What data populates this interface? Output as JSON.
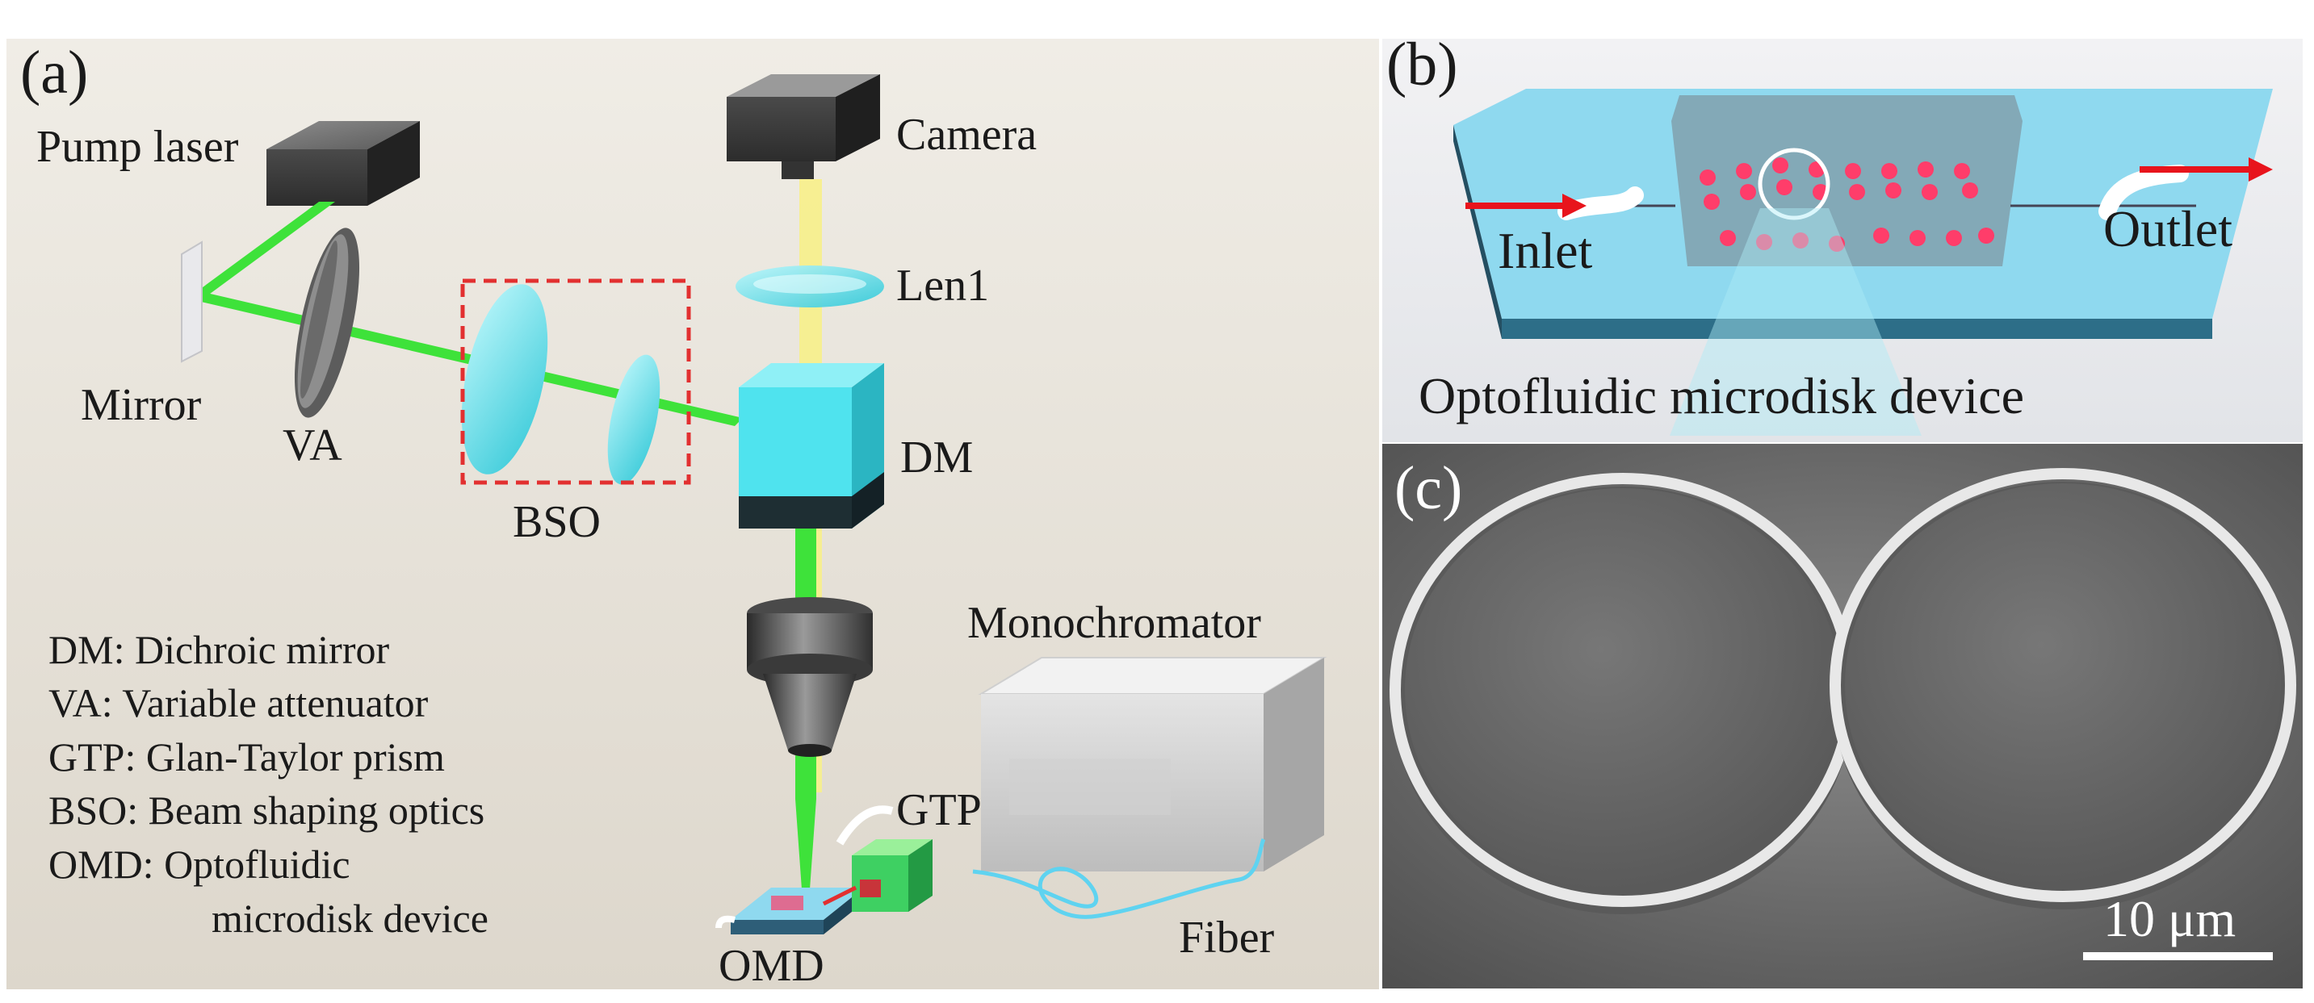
{
  "panels": {
    "a": {
      "label": "(a)",
      "components": {
        "pump_laser": "Pump laser",
        "camera": "Camera",
        "len1": "Len1",
        "mirror": "Mirror",
        "va": "VA",
        "bso": "BSO",
        "dm": "DM",
        "monochromator": "Monochromator",
        "gtp": "GTP",
        "omd": "OMD",
        "fiber": "Fiber"
      },
      "legend": [
        "DM: Dichroic mirror",
        "VA: Variable attenuator",
        "GTP: Glan-Taylor prism",
        "BSO: Beam shaping optics",
        "OMD: Optofluidic",
        "microdisk device"
      ]
    },
    "b": {
      "label": "(b)",
      "inlet": "Inlet",
      "outlet": "Outlet",
      "caption": "Optofluidic microdisk device"
    },
    "c": {
      "label": "(c)",
      "scale_bar": "10 μm"
    }
  },
  "colors": {
    "beam_green": "#3ee23a",
    "beam_yellow": "#f7f089",
    "optic_cyan": "#4fe3ee",
    "chip_blue": "#8fd9ef",
    "droplet_red": "#ff3d6a",
    "arrow_red": "#e8141c",
    "bso_box": "#e23030"
  }
}
